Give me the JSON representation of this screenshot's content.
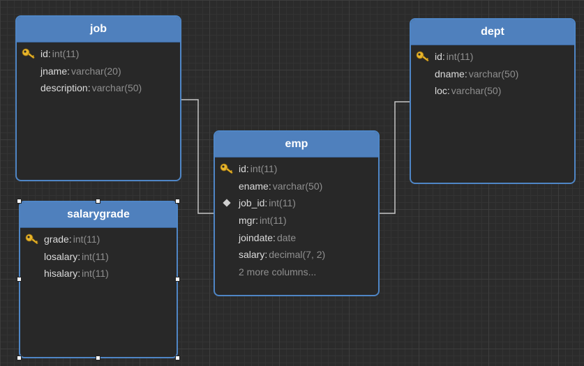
{
  "tables": {
    "job": {
      "title": "job",
      "columns": [
        {
          "name": "id",
          "type": "int(11)",
          "key": "primary"
        },
        {
          "name": "jname",
          "type": "varchar(20)",
          "key": "none"
        },
        {
          "name": "description",
          "type": "varchar(50)",
          "key": "none"
        }
      ]
    },
    "dept": {
      "title": "dept",
      "columns": [
        {
          "name": "id",
          "type": "int(11)",
          "key": "primary"
        },
        {
          "name": "dname",
          "type": "varchar(50)",
          "key": "none"
        },
        {
          "name": "loc",
          "type": "varchar(50)",
          "key": "none"
        }
      ]
    },
    "emp": {
      "title": "emp",
      "columns": [
        {
          "name": "id",
          "type": "int(11)",
          "key": "primary"
        },
        {
          "name": "ename",
          "type": "varchar(50)",
          "key": "none"
        },
        {
          "name": "job_id",
          "type": "int(11)",
          "key": "foreign"
        },
        {
          "name": "mgr",
          "type": "int(11)",
          "key": "none"
        },
        {
          "name": "joindate",
          "type": "date",
          "key": "none"
        },
        {
          "name": "salary",
          "type": "decimal(7, 2)",
          "key": "none"
        }
      ],
      "more_columns": "2 more columns..."
    },
    "salarygrade": {
      "title": "salarygrade",
      "columns": [
        {
          "name": "grade",
          "type": "int(11)",
          "key": "primary"
        },
        {
          "name": "losalary",
          "type": "int(11)",
          "key": "none"
        },
        {
          "name": "hisalary",
          "type": "int(11)",
          "key": "none"
        }
      ]
    }
  },
  "colors": {
    "header": "#4f80bd",
    "border": "#4f86c6",
    "key_icon": "#e8b52a",
    "connector": "#c8c8c8"
  }
}
